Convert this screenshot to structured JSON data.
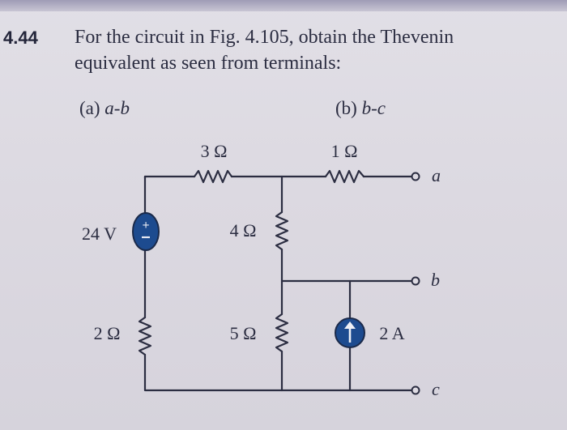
{
  "problem": {
    "number": "4.44",
    "line1": "For the circuit in Fig. 4.105, obtain the Thevenin",
    "line2": "equivalent as seen from terminals:"
  },
  "parts": {
    "a": {
      "label": "(a)",
      "terminals": "a-b"
    },
    "b": {
      "label": "(b)",
      "terminals": "b-c"
    }
  },
  "circuit": {
    "components": {
      "r_top_left": "3 Ω",
      "r_top_right": "1 Ω",
      "voltage_source": "24 V",
      "r_middle_upper": "4 Ω",
      "r_left_lower": "2 Ω",
      "r_middle_lower": "5 Ω",
      "current_source": "2 A"
    },
    "terminals": {
      "a": "a",
      "b": "b",
      "c": "c"
    },
    "voltage_source_sign": "+"
  },
  "colors": {
    "ink": "#2b2d41",
    "source_fill": "#1d4b8f",
    "background": "#dedbe3"
  }
}
